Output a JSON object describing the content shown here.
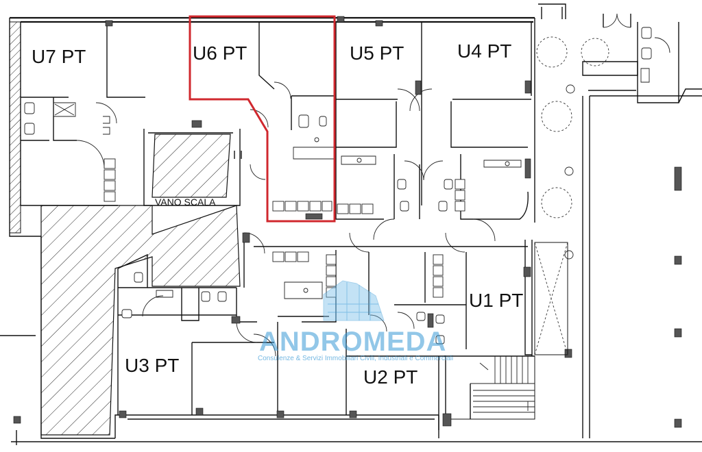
{
  "plan": {
    "units": [
      {
        "id": "u7",
        "label": "U7 PT"
      },
      {
        "id": "u6",
        "label": "U6 PT"
      },
      {
        "id": "u5",
        "label": "U5 PT"
      },
      {
        "id": "u4",
        "label": "U4 PT"
      },
      {
        "id": "u1",
        "label": "U1 PT"
      },
      {
        "id": "u2",
        "label": "U2 PT"
      },
      {
        "id": "u3",
        "label": "U3 PT"
      }
    ],
    "stair_label": "VANO SCALA",
    "highlight_color": "#d0282e"
  },
  "watermark": {
    "name": "ANDROMEDA",
    "tagline": "Consulenze & Servizi Immobiliari Civili, Industriali e Commerciali",
    "color": "#3a9ad6"
  }
}
